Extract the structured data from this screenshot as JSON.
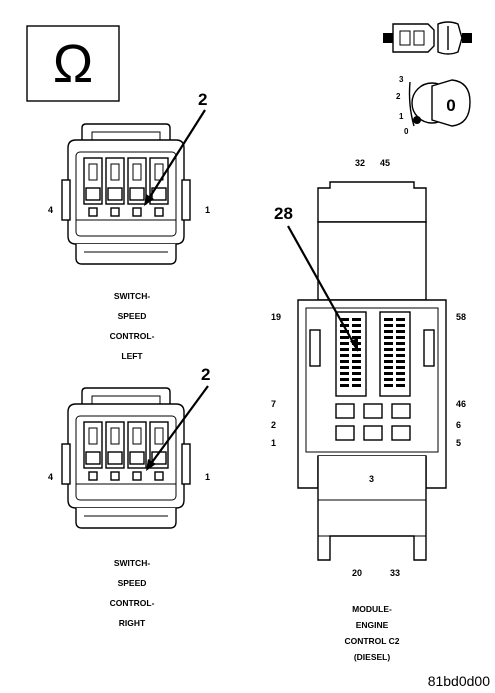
{
  "legend": {
    "omega_symbol": "Ω",
    "key_position_labels": [
      "3",
      "2",
      "1",
      "0"
    ],
    "key_face_label": "0"
  },
  "connectors": {
    "left": {
      "callout": "2",
      "pin_left": "4",
      "pin_right": "1",
      "caption": [
        "SWITCH-",
        "SPEED",
        "CONTROL-",
        "LEFT"
      ]
    },
    "right": {
      "callout": "2",
      "pin_left": "4",
      "pin_right": "1",
      "caption": [
        "SWITCH-",
        "SPEED",
        "CONTROL-",
        "RIGHT"
      ]
    },
    "ecm": {
      "callout": "28",
      "top_pins": [
        "32",
        "45"
      ],
      "left_pins": [
        "19",
        "7",
        "2",
        "1"
      ],
      "right_pins": [
        "58",
        "46",
        "6",
        "5"
      ],
      "center_pin": "3",
      "bottom_pins": [
        "20",
        "33"
      ],
      "caption": [
        "MODULE-",
        "ENGINE",
        "CONTROL C2",
        "(DIESEL)"
      ]
    }
  },
  "figure_id": "81bd0d00"
}
